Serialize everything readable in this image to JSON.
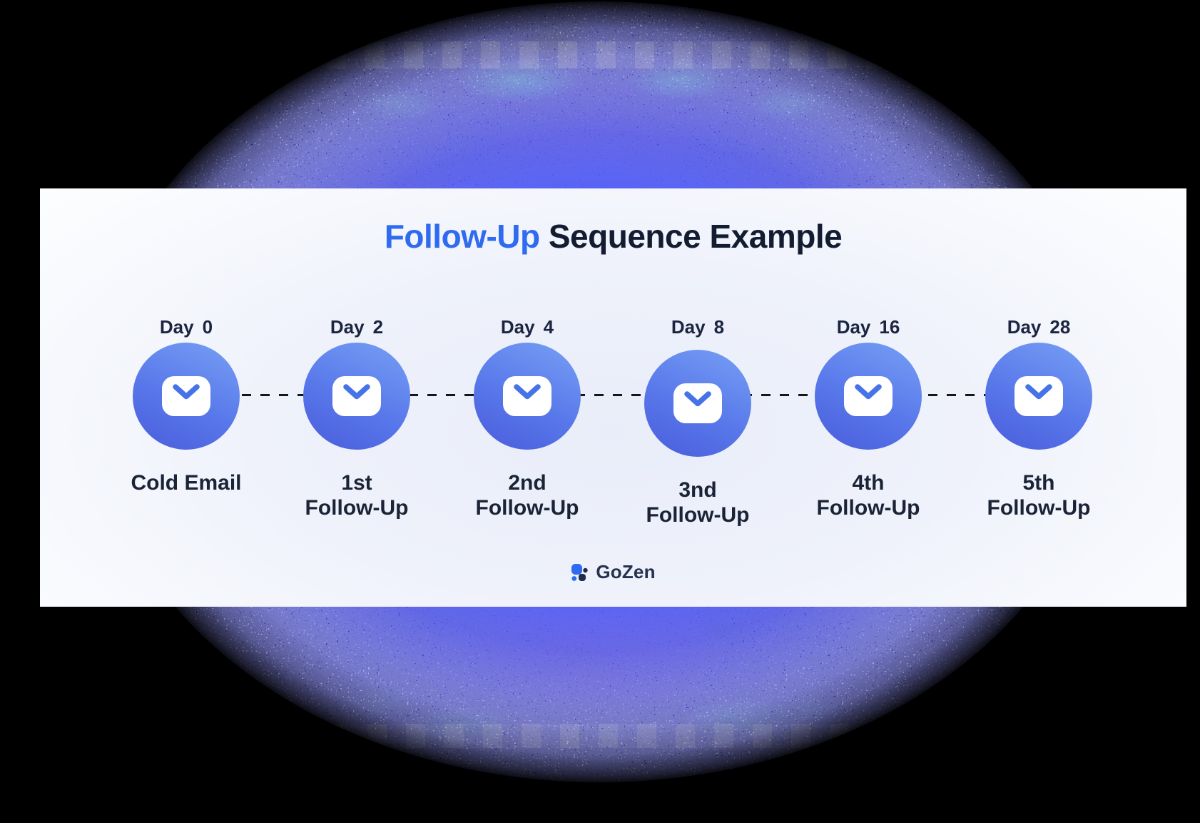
{
  "header": {
    "title_highlight": "Follow-Up",
    "title_rest": "Sequence Example"
  },
  "timeline": {
    "items": [
      {
        "day_label": "Day",
        "day_number": "0",
        "line1": "Cold Email",
        "line2": ""
      },
      {
        "day_label": "Day",
        "day_number": "2",
        "line1": "1st",
        "line2": "Follow-Up"
      },
      {
        "day_label": "Day",
        "day_number": "4",
        "line1": "2nd",
        "line2": "Follow-Up"
      },
      {
        "day_label": "Day",
        "day_number": "8",
        "line1": "3nd",
        "line2": "Follow-Up"
      },
      {
        "day_label": "Day",
        "day_number": "16",
        "line1": "4th",
        "line2": "Follow-Up"
      },
      {
        "day_label": "Day",
        "day_number": "28",
        "line1": "5th",
        "line2": "Follow-Up"
      }
    ]
  },
  "footer": {
    "brand_name": "GoZen"
  },
  "colors": {
    "accent_blue": "#2f6bf0",
    "title_dark": "#131c31",
    "label_dark": "#1b2337",
    "circle_gradient_top": "#739af3",
    "circle_gradient_bottom": "#4a5cdc",
    "envelope_chevron": "#4673e8",
    "dash_line": "#161616",
    "card_center": "#e9edf9",
    "background_noise_blue": "#2c37e0",
    "background_noise_cyan": "#48f0f8",
    "logo_navy": "#1e2c4a"
  },
  "icons": {
    "step_icon": "envelope-icon",
    "brand_icon": "gozen-logo-mark-icon"
  }
}
